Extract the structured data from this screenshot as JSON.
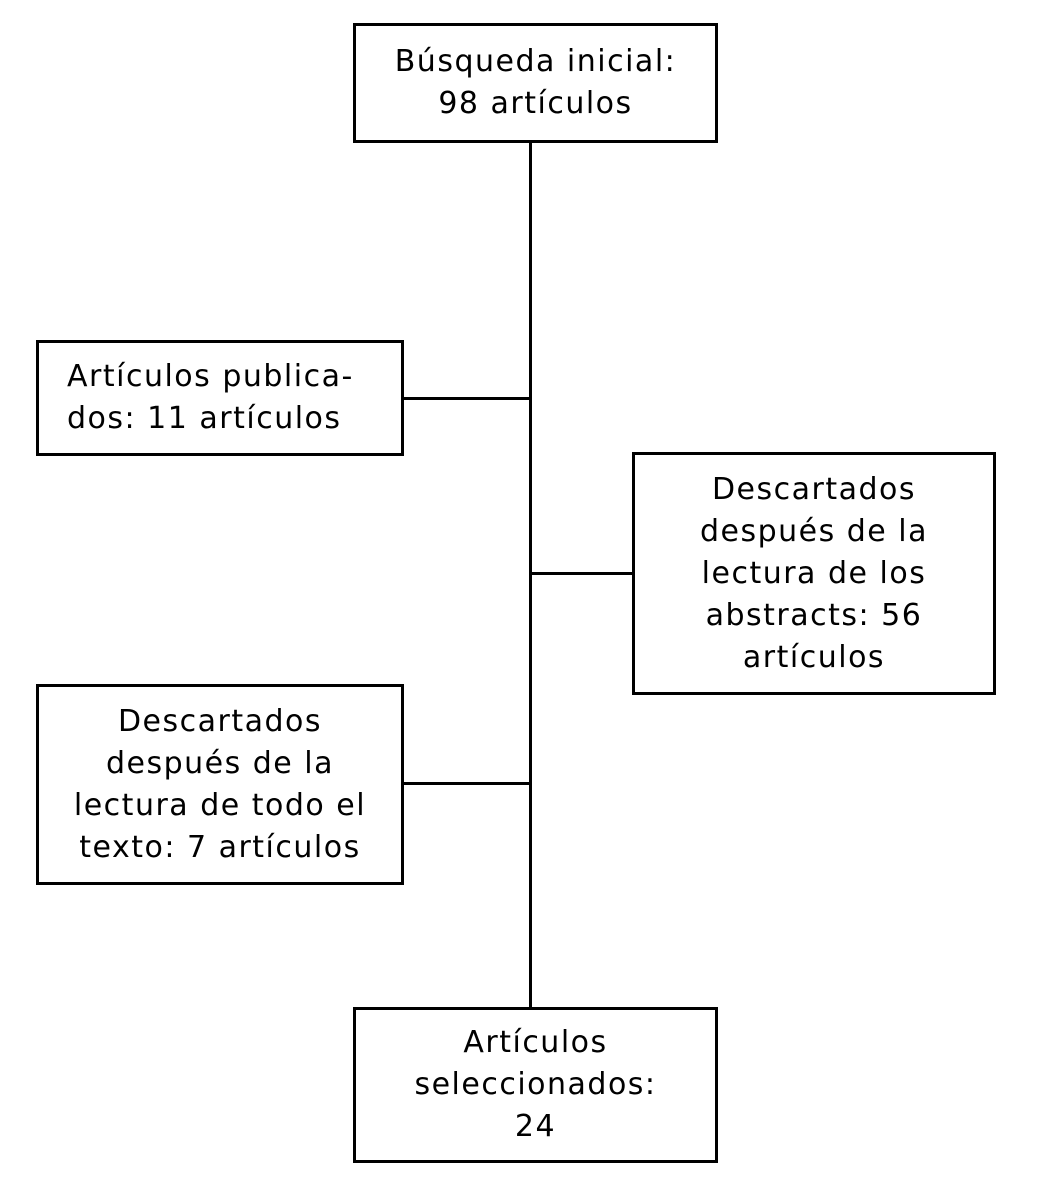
{
  "flowchart": {
    "background_color": "#ffffff",
    "line_color": "#000000",
    "nodes": {
      "initial_search": {
        "text": "Búsqueda inicial:\n98 artículos"
      },
      "published": {
        "text": "Artículos publica-\ndos: 11 artículos"
      },
      "discarded_abstracts": {
        "text": "Descartados\ndespués de la\nlectura de los\nabstracts: 56\nartículos"
      },
      "discarded_fulltext": {
        "text": "Descartados\ndespués de la\nlectura de todo el\ntexto: 7 artículos"
      },
      "selected": {
        "text": "Artículos\nseleccionados:\n24"
      }
    }
  }
}
